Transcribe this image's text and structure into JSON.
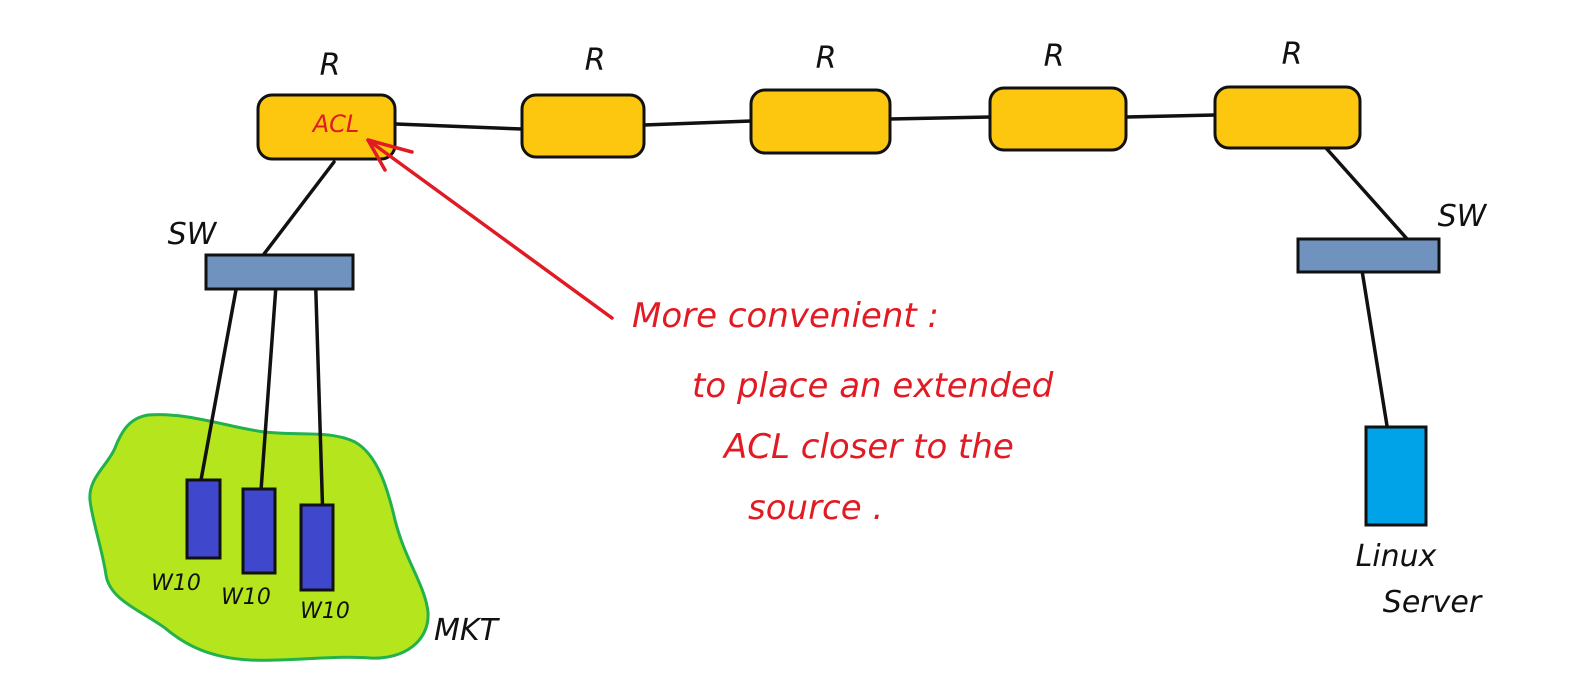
{
  "diagram": {
    "routers": [
      {
        "id": "r1",
        "label": "R",
        "inner_label": "ACL"
      },
      {
        "id": "r2",
        "label": "R",
        "inner_label": ""
      },
      {
        "id": "r3",
        "label": "R",
        "inner_label": ""
      },
      {
        "id": "r4",
        "label": "R",
        "inner_label": ""
      },
      {
        "id": "r5",
        "label": "R",
        "inner_label": ""
      }
    ],
    "switches": [
      {
        "id": "sw-left",
        "label": "SW"
      },
      {
        "id": "sw-right",
        "label": "SW"
      }
    ],
    "hosts": [
      {
        "id": "host-1",
        "label": "W10"
      },
      {
        "id": "host-2",
        "label": "W10"
      },
      {
        "id": "host-3",
        "label": "W10"
      }
    ],
    "zone_label": "MKT",
    "server": {
      "line1": "Linux",
      "line2": "Server"
    },
    "annotation": {
      "line1": "More convenient :",
      "line2": "to place an extended",
      "line3": "ACL  closer to the",
      "line4": "source ."
    },
    "colors": {
      "router_fill": "#fdc70f",
      "switch_fill": "#7092be",
      "host_fill": "#3f48cc",
      "server_fill": "#00a2e8",
      "zone_fill": "#b5e61d",
      "zone_stroke": "#22b14c",
      "annotation": "#e01b24"
    }
  }
}
